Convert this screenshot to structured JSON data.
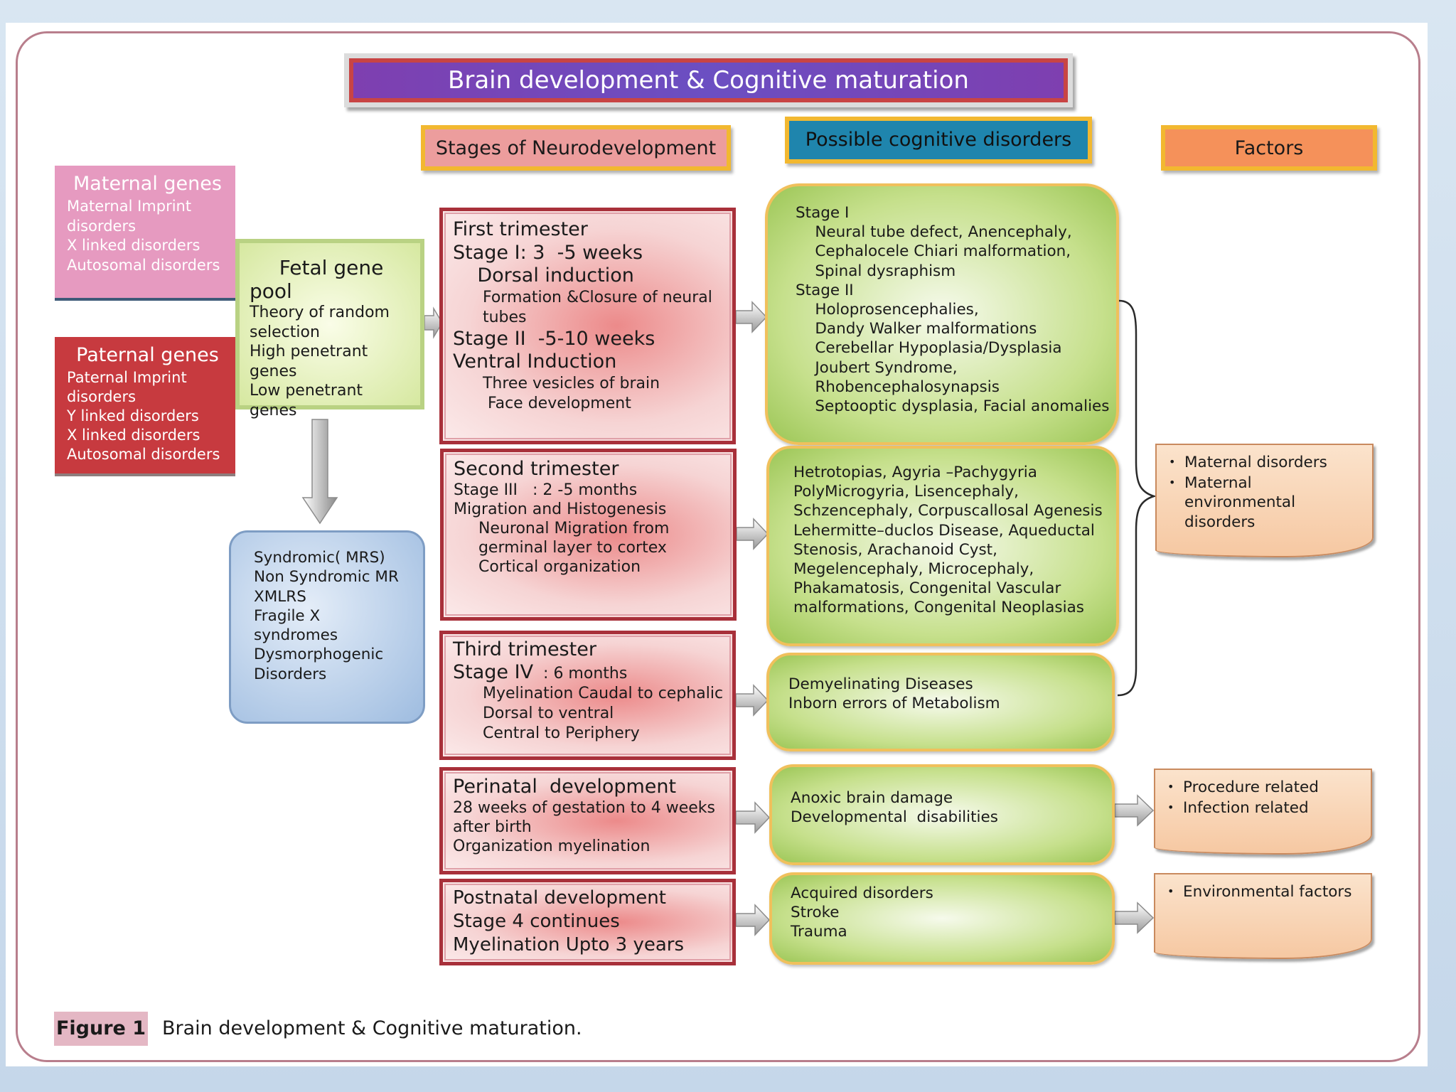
{
  "title": "Brain development & Cognitive maturation",
  "headers": {
    "stages": "Stages of Neurodevelopment",
    "disorders": "Possible cognitive disorders",
    "factors": "Factors"
  },
  "maternal": {
    "heading": "Maternal genes",
    "body": "Maternal Imprint\ndisorders\nX linked disorders\nAutosomal disorders"
  },
  "paternal": {
    "heading": "Paternal  genes",
    "body": "Paternal Imprint\ndisorders\nY linked  disorders\nX linked disorders\nAutosomal disorders"
  },
  "fetal": {
    "heading_1": "Fetal gene",
    "heading_2": "pool",
    "body": "Theory of random\nselection\nHigh penetrant genes\nLow penetrant genes"
  },
  "syndromes": {
    "body": "Syndromic( MRS)\nNon Syndromic MR\nXMLRS\nFragile X\nsyndromes\nDysmorphogenic\nDisorders"
  },
  "stages": {
    "first": {
      "l1": "First trimester",
      "l2": "Stage I: 3  -5 weeks",
      "l3": "    Dorsal induction",
      "l4": "      Formation &Closure of neural",
      "l5": "      tubes",
      "l6": "Stage II  -5-10 weeks",
      "l7": "Ventral Induction",
      "l8": "      Three vesicles of brain",
      "l9": "       Face development"
    },
    "second": {
      "l1": "Second trimester",
      "l2": "Stage III   : 2 -5 months",
      "l3": "Migration and Histogenesis",
      "l4": "     Neuronal Migration from",
      "l5": "     germinal layer to cortex",
      "l6": "     Cortical organization"
    },
    "third": {
      "l1": "Third trimester",
      "l2a": "Stage IV",
      "l2b": "  : 6 months",
      "l3": "      Myelination Caudal to cephalic",
      "l4": "      Dorsal to ventral",
      "l5": "      Central to Periphery"
    },
    "perinatal": {
      "l1": "Perinatal  development",
      "l2": "28 weeks of gestation to 4 weeks",
      "l3": "after birth",
      "l4": "Organization myelination"
    },
    "postnatal": {
      "l1": "Postnatal development",
      "l2": "Stage 4 continues",
      "l3": "Myelination Upto 3 years"
    }
  },
  "disorders": {
    "d1": "Stage I\n    Neural tube defect, Anencephaly,\n    Cephalocele Chiari malformation,\n    Spinal dysraphism\nStage II\n    Holoprosencephalies,\n    Dandy Walker malformations\n    Cerebellar Hypoplasia/Dysplasia\n    Joubert Syndrome,\n    Rhobencephalosynapsis\n    Septooptic dysplasia, Facial anomalies",
    "d2": "Hetrotopias, Agyria –Pachygyria\nPolyMicrogyria, Lisencephaly,\nSchzencephaly, Corpuscallosal Agenesis\nLehermitte–duclos Disease, Aqueductal\nStenosis, Arachanoid Cyst,\nMegelencephaly, Microcephaly,\nPhakamatosis, Congenital Vascular\nmalformations, Congenital Neoplasias",
    "d3": "Demyelinating Diseases\nInborn errors of Metabolism",
    "d4": "Anoxic brain damage\nDevelopmental  disabilities",
    "d5": "Acquired disorders\nStroke\nTrauma"
  },
  "factors": {
    "f1": [
      "Maternal disorders",
      "Maternal environmental disorders"
    ],
    "f2": [
      "Procedure related",
      "Infection  related"
    ],
    "f3": [
      "Environmental factors"
    ]
  },
  "figure": {
    "label": "Figure 1",
    "caption": "Brain development & Cognitive maturation."
  }
}
